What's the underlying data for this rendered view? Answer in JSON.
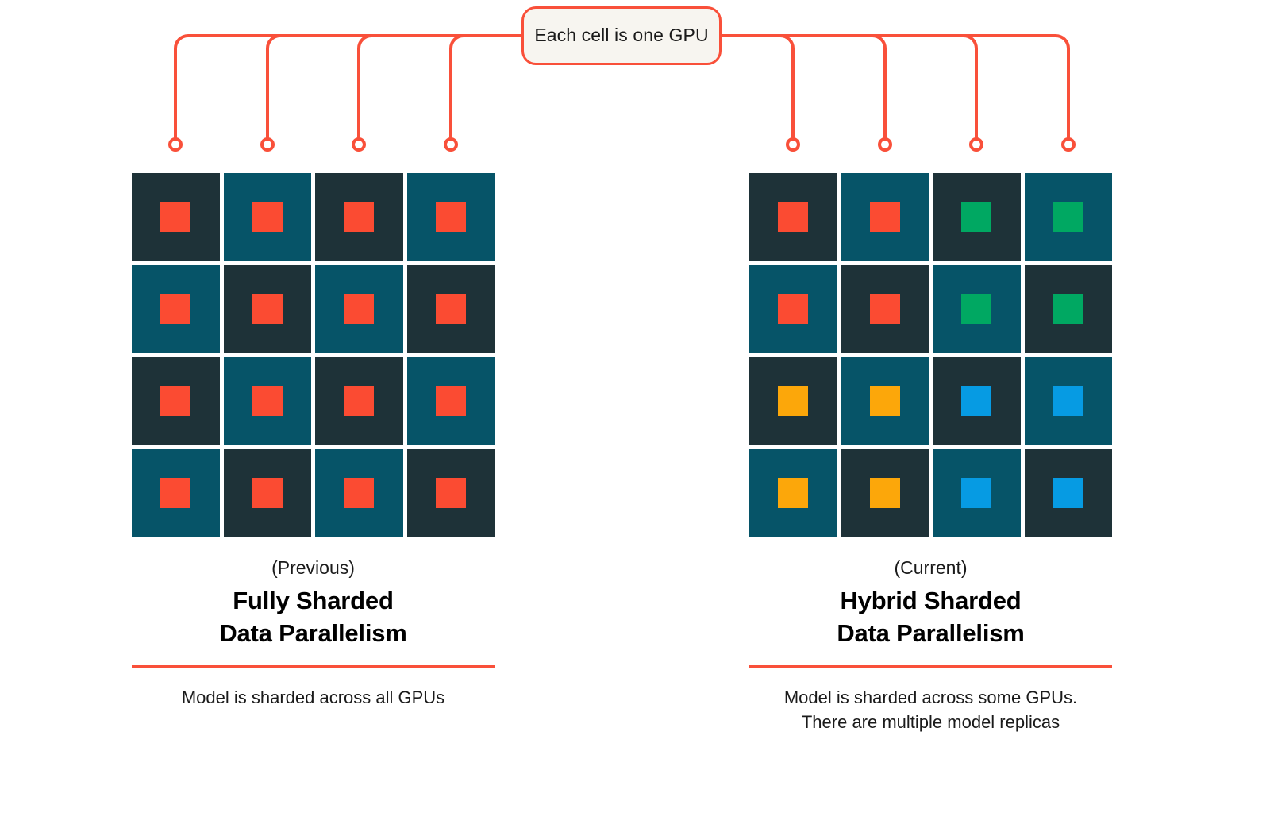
{
  "diagram": {
    "callout": {
      "label": "Each cell is one GPU",
      "border_color": "#F9503A",
      "fill_color": "#F7F5F0"
    },
    "connector": {
      "color": "#F9503A",
      "endpoint_shape": "open-circle",
      "count": 8
    },
    "palette": {
      "cell_dark": "#1E3238",
      "cell_teal": "#065468",
      "chip_red": "#FB4B32",
      "chip_green": "#00A862",
      "chip_orange": "#FCA70A",
      "chip_blue": "#069BE3",
      "accent_rule": "#F9503A",
      "background": "#FFFFFF"
    },
    "panels": [
      {
        "id": "previous",
        "kicker": "(Previous)",
        "title_line1": "Fully Sharded",
        "title_line2": "Data Parallelism",
        "description_line1": "Model is sharded across all GPUs",
        "description_line2": "",
        "grid": {
          "rows": 4,
          "cols": 4,
          "cell_backgrounds": [
            [
              "dark",
              "teal",
              "dark",
              "teal"
            ],
            [
              "teal",
              "dark",
              "teal",
              "dark"
            ],
            [
              "dark",
              "teal",
              "dark",
              "teal"
            ],
            [
              "teal",
              "dark",
              "teal",
              "dark"
            ]
          ],
          "chip_colors": [
            [
              "#FB4B32",
              "#FB4B32",
              "#FB4B32",
              "#FB4B32"
            ],
            [
              "#FB4B32",
              "#FB4B32",
              "#FB4B32",
              "#FB4B32"
            ],
            [
              "#FB4B32",
              "#FB4B32",
              "#FB4B32",
              "#FB4B32"
            ],
            [
              "#FB4B32",
              "#FB4B32",
              "#FB4B32",
              "#FB4B32"
            ]
          ]
        }
      },
      {
        "id": "current",
        "kicker": "(Current)",
        "title_line1": "Hybrid Sharded",
        "title_line2": "Data Parallelism",
        "description_line1": "Model is sharded across some GPUs.",
        "description_line2": "There are multiple model replicas",
        "grid": {
          "rows": 4,
          "cols": 4,
          "cell_backgrounds": [
            [
              "dark",
              "teal",
              "dark",
              "teal"
            ],
            [
              "teal",
              "dark",
              "teal",
              "dark"
            ],
            [
              "dark",
              "teal",
              "dark",
              "teal"
            ],
            [
              "teal",
              "dark",
              "teal",
              "dark"
            ]
          ],
          "chip_colors": [
            [
              "#FB4B32",
              "#FB4B32",
              "#00A862",
              "#00A862"
            ],
            [
              "#FB4B32",
              "#FB4B32",
              "#00A862",
              "#00A862"
            ],
            [
              "#FCA70A",
              "#FCA70A",
              "#069BE3",
              "#069BE3"
            ],
            [
              "#FCA70A",
              "#FCA70A",
              "#069BE3",
              "#069BE3"
            ]
          ]
        }
      }
    ]
  }
}
